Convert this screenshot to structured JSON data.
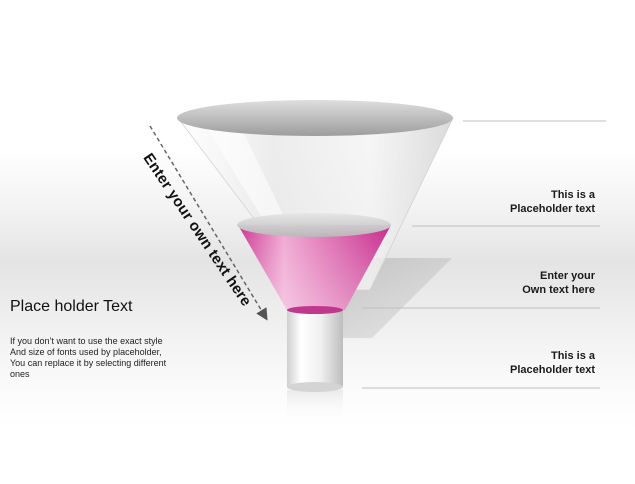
{
  "diagram": {
    "label_1": "This is a\nPlaceholder text",
    "label_2": "Enter your\nOwn text here",
    "label_3": "This is a\nPlaceholder text",
    "left_title": "Place holder Text",
    "left_body": "If you don’t want to use the exact style\nAnd size of fonts used by placeholder,\nYou can replace it by selecting different\nones",
    "diagonal_text": "Enter your own text here",
    "fill_color": "#d63a9c",
    "line_color": "#bfbfbf"
  }
}
